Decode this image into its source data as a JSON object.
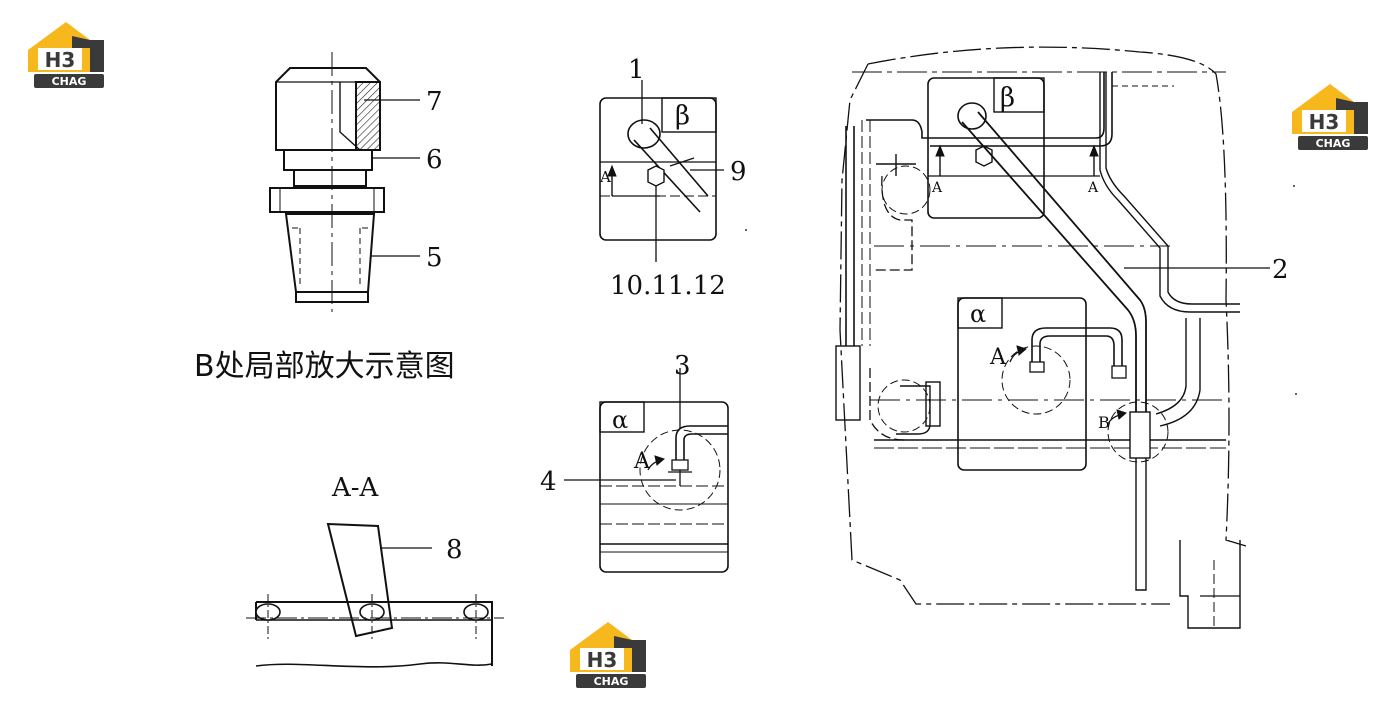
{
  "logos": {
    "letters": "H3",
    "brand": "CHAG",
    "colors": {
      "accent": "#f6b81c",
      "dark": "#3a3a3a"
    }
  },
  "callouts": {
    "n1": "1",
    "n2": "2",
    "n3": "3",
    "n4": "4",
    "n5": "5",
    "n6": "6",
    "n7": "7",
    "n8": "8",
    "n9": "9",
    "n10_12": "10.11.12"
  },
  "views": {
    "beta": "β",
    "alpha": "α",
    "section_arrow": "A",
    "detail_b_arrow": "B",
    "section_title": "A-A",
    "detail_caption": "B处局部放大示意图"
  }
}
